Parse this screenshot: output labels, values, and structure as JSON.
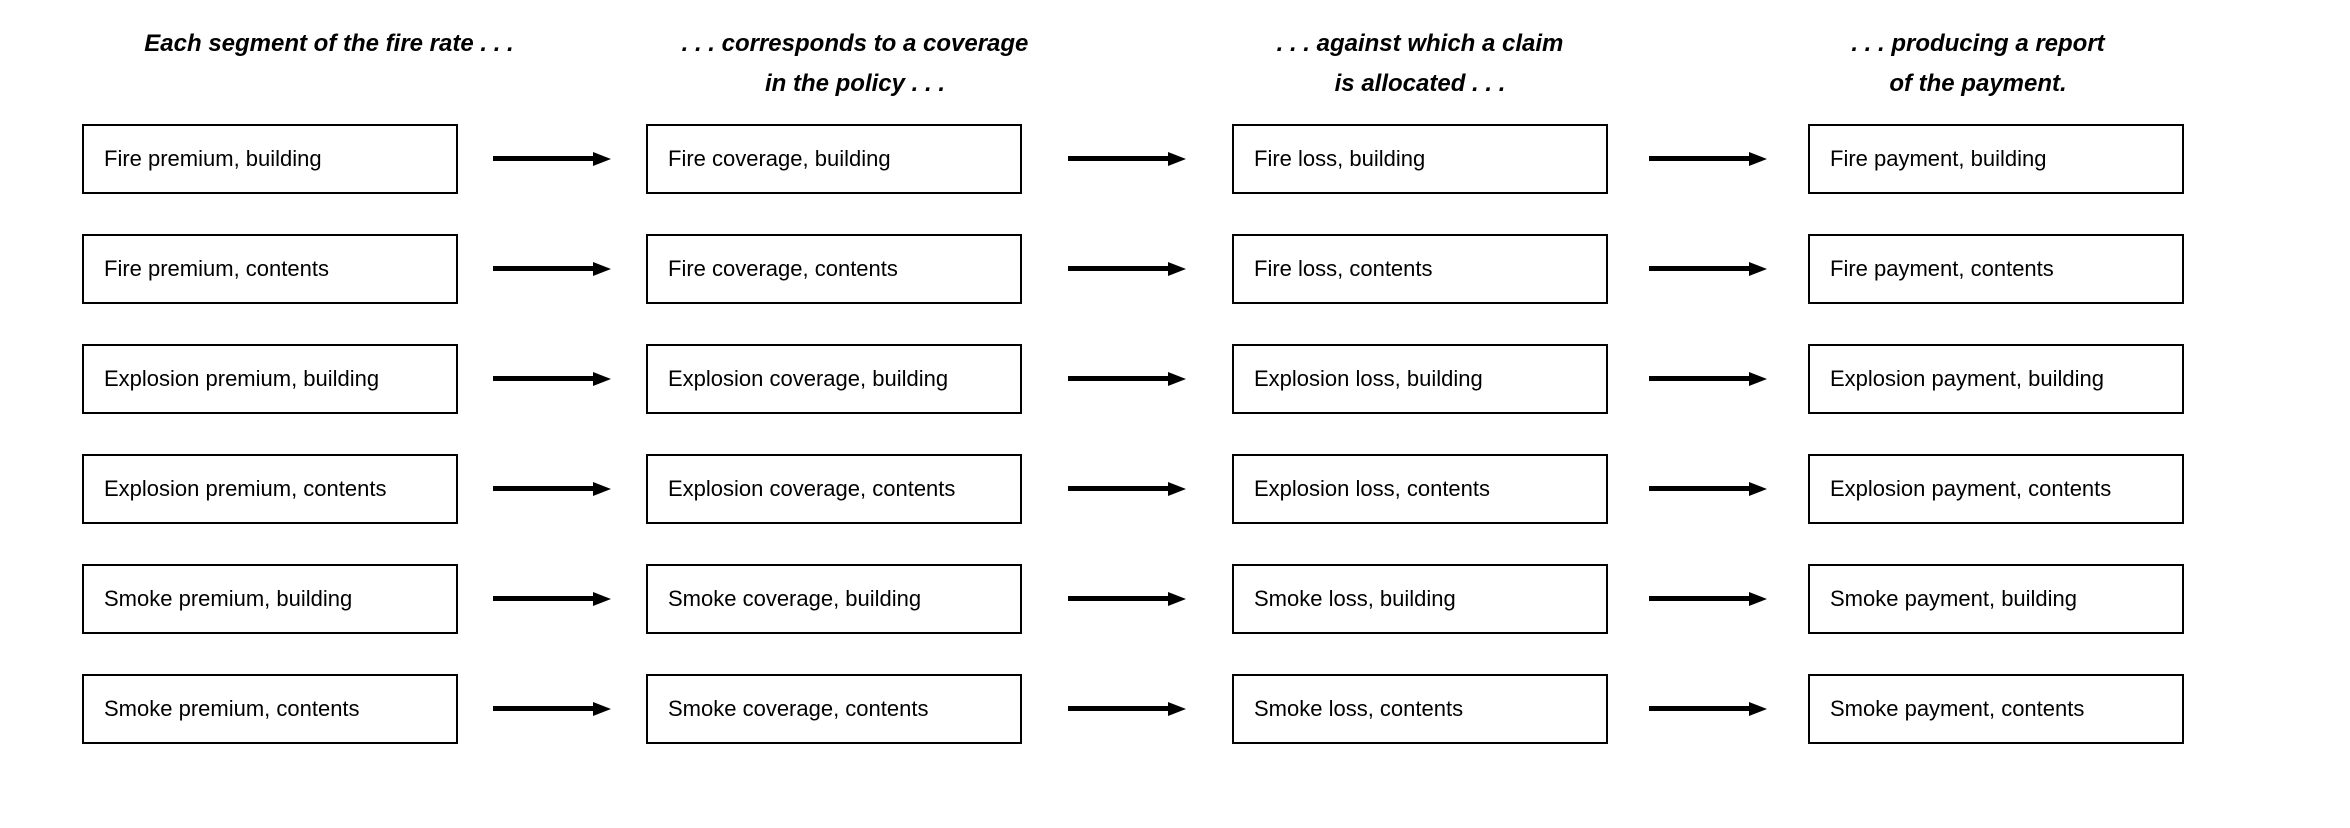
{
  "colors": {
    "ink": "#000000",
    "background": "#ffffff"
  },
  "headers": [
    {
      "lines": [
        "Each segment of the fire rate . . .",
        ""
      ]
    },
    {
      "lines": [
        ". . . corresponds to a coverage",
        "in the policy . . ."
      ]
    },
    {
      "lines": [
        ". . . against which a claim",
        "is allocated . . ."
      ]
    },
    {
      "lines": [
        ". . . producing a report",
        "of the payment."
      ]
    }
  ],
  "rows": [
    {
      "cells": [
        "Fire premium, building",
        "Fire coverage, building",
        "Fire loss, building",
        "Fire payment, building"
      ]
    },
    {
      "cells": [
        "Fire premium, contents",
        "Fire coverage, contents",
        "Fire loss, contents",
        "Fire payment, contents"
      ]
    },
    {
      "cells": [
        "Explosion premium, building",
        "Explosion coverage, building",
        "Explosion loss, building",
        "Explosion payment, building"
      ]
    },
    {
      "cells": [
        "Explosion premium, contents",
        "Explosion coverage, contents",
        "Explosion loss, contents",
        "Explosion payment, contents"
      ]
    },
    {
      "cells": [
        "Smoke premium, building",
        "Smoke coverage, building",
        "Smoke loss, building",
        "Smoke payment, building"
      ]
    },
    {
      "cells": [
        "Smoke premium, contents",
        "Smoke coverage, contents",
        "Smoke loss, contents",
        "Smoke payment, contents"
      ]
    }
  ],
  "icons": {
    "flow_arrow": "right-arrow"
  }
}
